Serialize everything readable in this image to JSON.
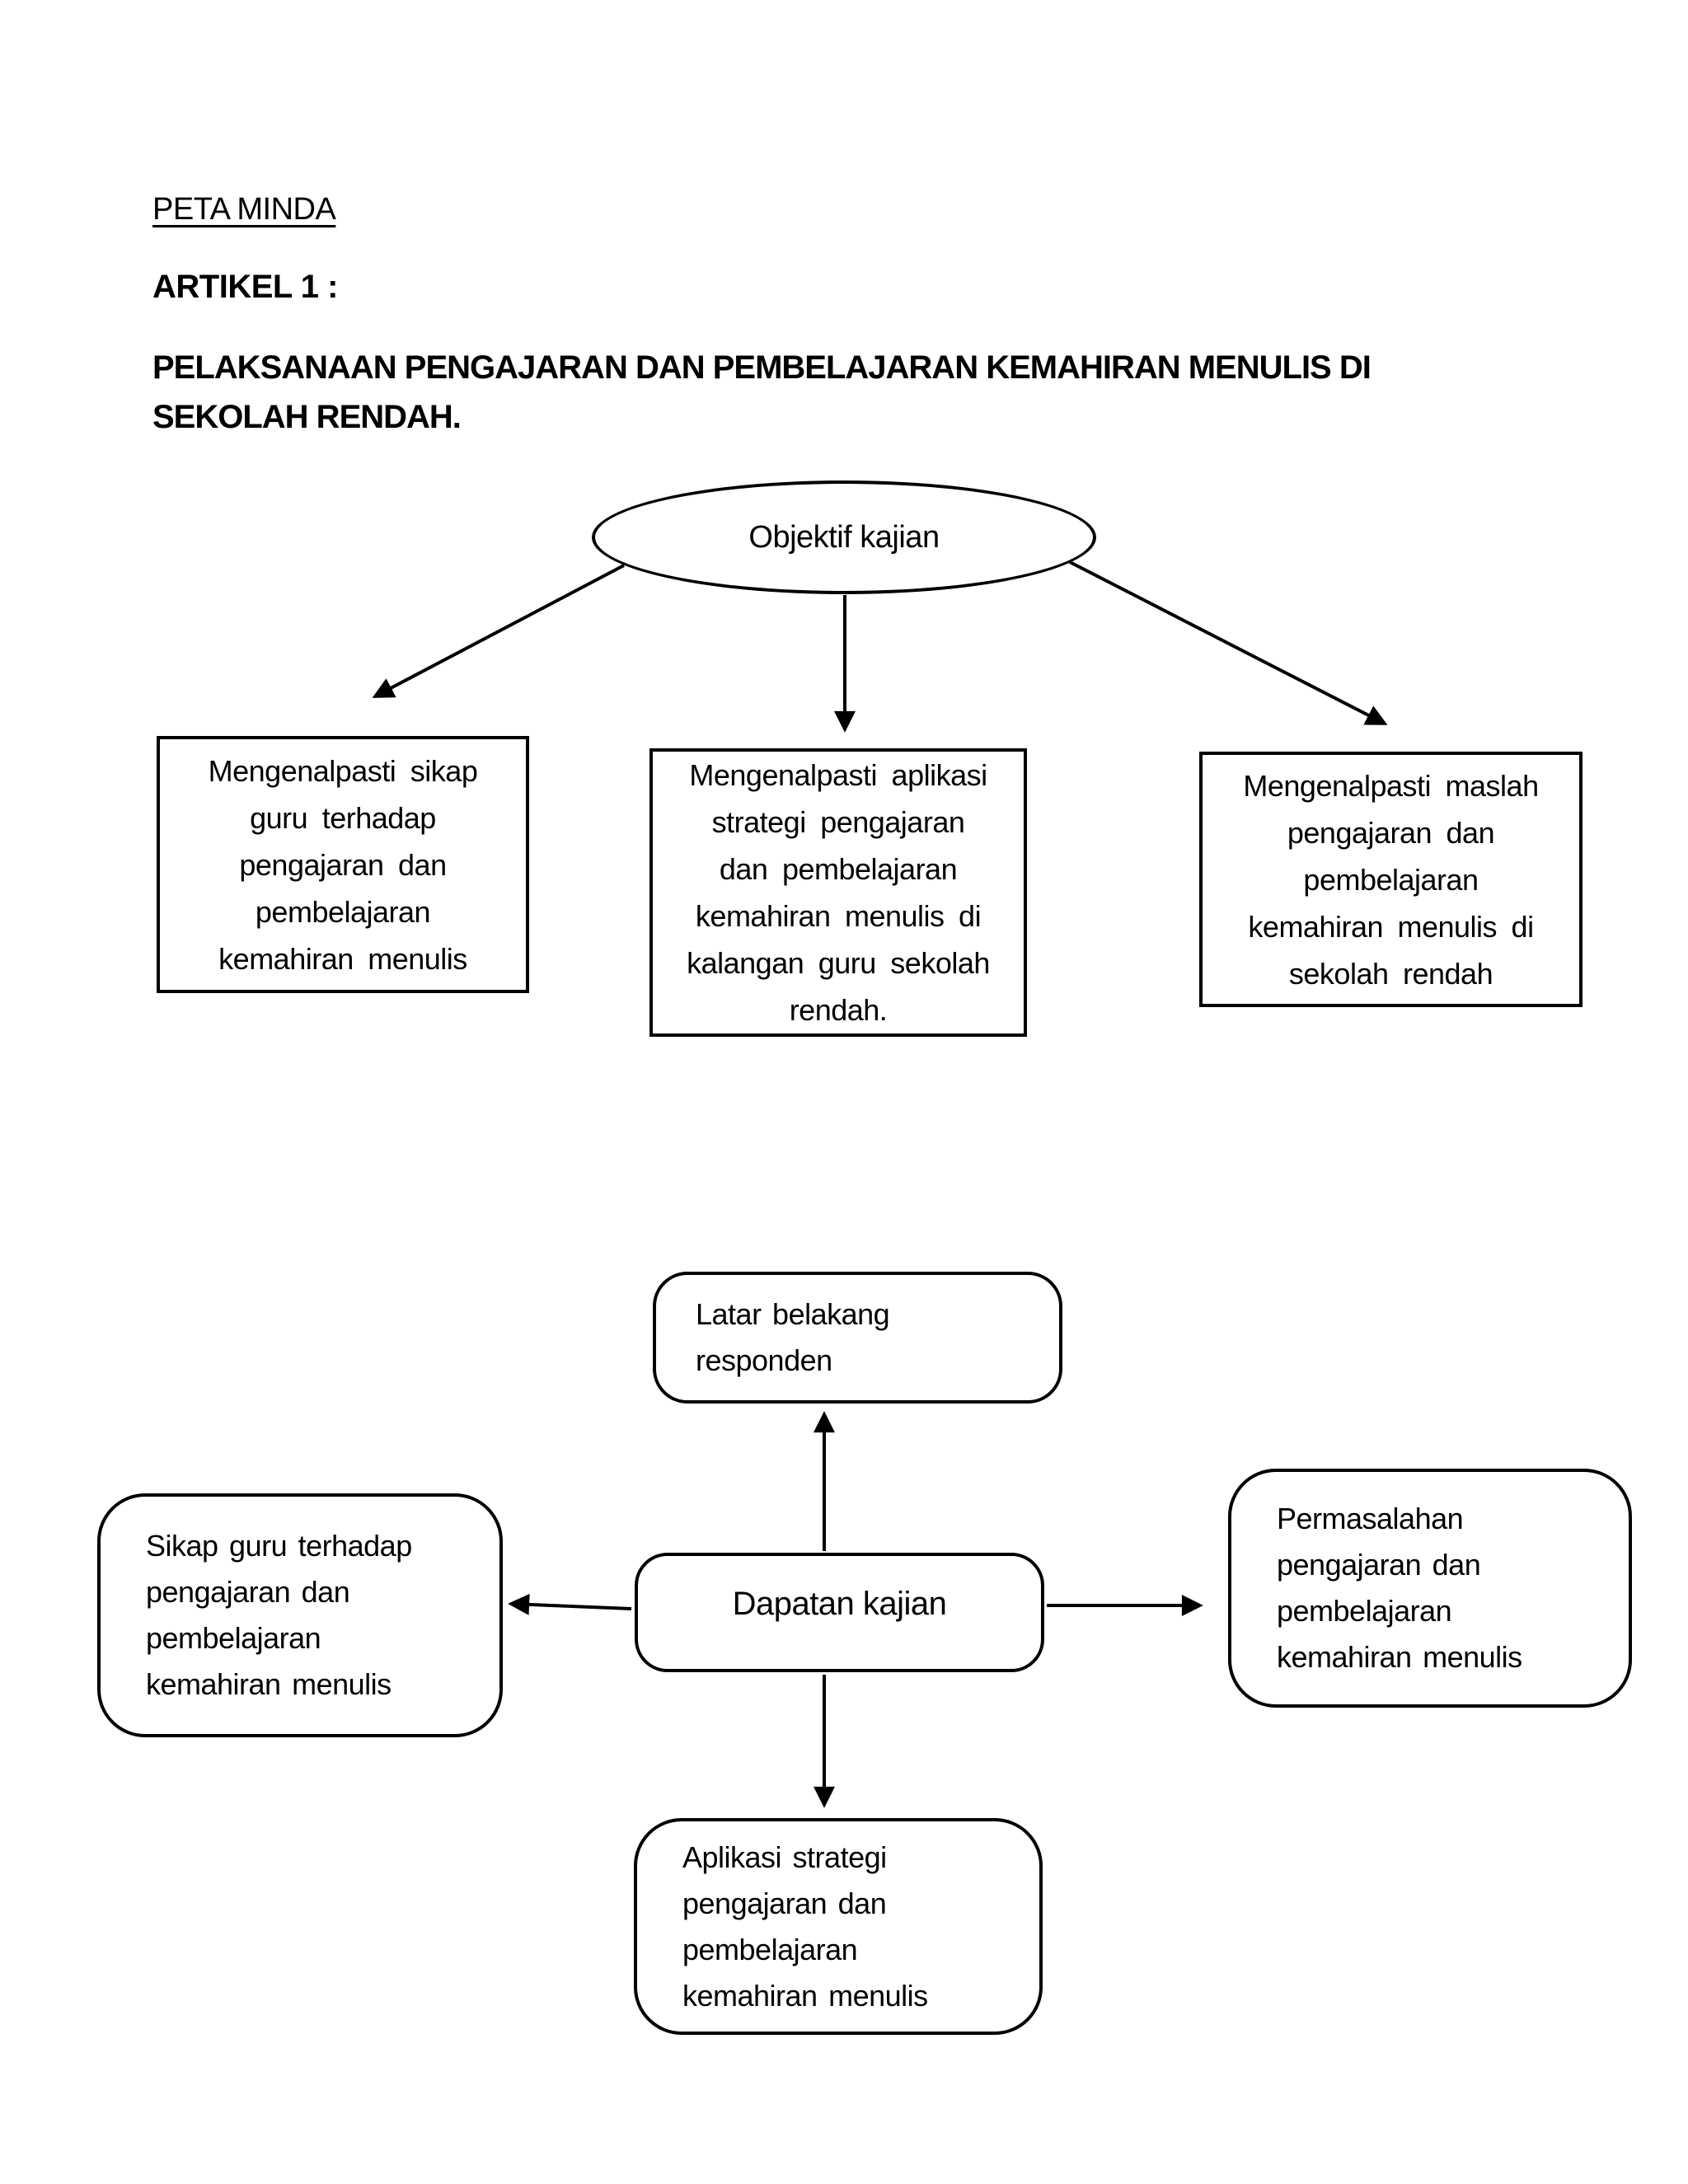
{
  "header": {
    "title": "PETA MINDA",
    "article_label": "ARTIKEL 1 :",
    "heading": "PELAKSANAAN PENGAJARAN DAN PEMBELAJARAN KEMAHIRAN MENULIS DI\nSEKOLAH RENDAH."
  },
  "objektif_map": {
    "root": "Objektif kajian",
    "box_left": "Mengenalpasti sikap\nguru terhadap\npengajaran dan\npembelajaran\nkemahiran menulis",
    "box_center": "Mengenalpasti aplikasi\nstrategi pengajaran\ndan pembelajaran\nkemahiran menulis di\nkalangan guru sekolah\nrendah.",
    "box_right": "Mengenalpasti maslah\npengajaran dan\npembelajaran\nkemahiran menulis di\nsekolah rendah"
  },
  "dapatan_map": {
    "center": "Dapatan kajian",
    "top": "Latar belakang\nresponden",
    "left": "Sikap guru terhadap\npengajaran dan\npembelajaran\nkemahiran menulis",
    "right": "Permasalahan\npengajaran dan\npembelajaran\nkemahiran menulis",
    "bottom": "Aplikasi strategi\npengajaran dan\npembelajaran\nkemahiran menulis"
  }
}
